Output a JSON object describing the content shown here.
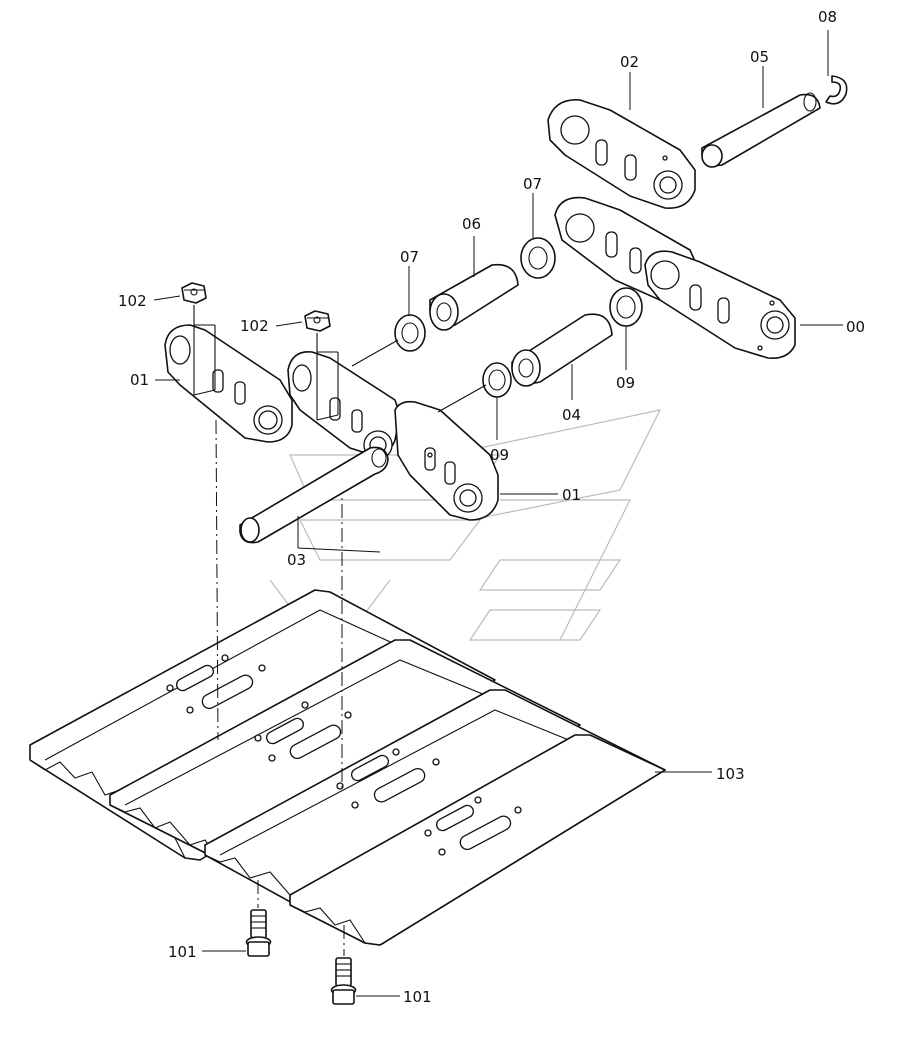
{
  "callouts": [
    {
      "id": "00",
      "label": "00"
    },
    {
      "id": "01a",
      "label": "01"
    },
    {
      "id": "01b",
      "label": "01"
    },
    {
      "id": "02",
      "label": "02"
    },
    {
      "id": "03",
      "label": "03"
    },
    {
      "id": "04",
      "label": "04"
    },
    {
      "id": "05",
      "label": "05"
    },
    {
      "id": "06",
      "label": "06"
    },
    {
      "id": "07a",
      "label": "07"
    },
    {
      "id": "07b",
      "label": "07"
    },
    {
      "id": "08",
      "label": "08"
    },
    {
      "id": "09a",
      "label": "09"
    },
    {
      "id": "09b",
      "label": "09"
    },
    {
      "id": "101a",
      "label": "101"
    },
    {
      "id": "101b",
      "label": "101"
    },
    {
      "id": "102a",
      "label": "102"
    },
    {
      "id": "102b",
      "label": "102"
    },
    {
      "id": "103",
      "label": "103"
    }
  ]
}
